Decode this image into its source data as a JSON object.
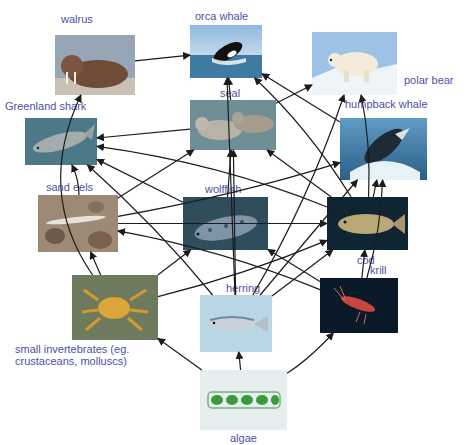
{
  "diagram": {
    "nodes": [
      {
        "text": [
          "walrus"
        ]
      },
      {
        "text": [
          "orca whale"
        ]
      },
      {
        "text": [
          "polar bear"
        ]
      },
      {
        "text": [
          "Greenland shark"
        ]
      },
      {
        "text": [
          "seal"
        ]
      },
      {
        "text": [
          "humpback whale"
        ]
      },
      {
        "text": [
          "sand eels"
        ]
      },
      {
        "text": [
          "wolffish"
        ]
      },
      {
        "text": [
          "cod"
        ]
      },
      {
        "text": [
          "small invertebrates (eg. crustaceans, molluscs)"
        ]
      },
      {
        "text": [
          "herring"
        ]
      },
      {
        "text": [
          "krill"
        ]
      },
      {
        "text": [
          "algae"
        ]
      }
    ],
    "edges": [
      {
        "from": 12,
        "to": 9,
        "arrow": "to"
      },
      {
        "from": 12,
        "to": 10,
        "arrow": "to"
      },
      {
        "from": 12,
        "to": 11,
        "arrow": "to"
      },
      {
        "from": 9,
        "to": 0,
        "arrow": "to"
      },
      {
        "from": 9,
        "to": 6,
        "arrow": "to"
      },
      {
        "from": 9,
        "to": 7,
        "arrow": "to"
      },
      {
        "from": 9,
        "to": 8,
        "arrow": "to"
      },
      {
        "from": 10,
        "to": 1,
        "arrow": "to"
      },
      {
        "from": 10,
        "to": 4,
        "arrow": "to"
      },
      {
        "from": 10,
        "to": 5,
        "arrow": "to"
      },
      {
        "from": 10,
        "to": 8,
        "arrow": "to"
      },
      {
        "from": 10,
        "to": 3,
        "arrow": "to"
      },
      {
        "from": 10,
        "to": 2,
        "arrow": "to"
      },
      {
        "from": 11,
        "to": 5,
        "arrow": "to"
      },
      {
        "from": 11,
        "to": 8,
        "arrow": "to"
      },
      {
        "from": 11,
        "to": 6,
        "arrow": "to"
      },
      {
        "from": 11,
        "to": 7,
        "arrow": "to"
      },
      {
        "from": 6,
        "to": 4,
        "arrow": "to"
      },
      {
        "from": 6,
        "to": 5,
        "arrow": "to"
      },
      {
        "from": 6,
        "to": 8,
        "arrow": "to"
      },
      {
        "from": 6,
        "to": 3,
        "arrow": "to"
      },
      {
        "from": 7,
        "to": 4,
        "arrow": "to"
      },
      {
        "from": 7,
        "to": 3,
        "arrow": "to"
      },
      {
        "from": 8,
        "to": 4,
        "arrow": "to"
      },
      {
        "from": 8,
        "to": 5,
        "arrow": "to"
      },
      {
        "from": 8,
        "to": 1,
        "arrow": "to"
      },
      {
        "from": 8,
        "to": 2,
        "arrow": "to"
      },
      {
        "from": 8,
        "to": 3,
        "arrow": "to"
      },
      {
        "from": 4,
        "to": 1,
        "arrow": "to"
      },
      {
        "from": 4,
        "to": 2,
        "arrow": "to"
      },
      {
        "from": 4,
        "to": 3,
        "arrow": "to"
      },
      {
        "from": 0,
        "to": 1,
        "arrow": "to"
      },
      {
        "from": 5,
        "to": 1,
        "arrow": "to"
      }
    ]
  }
}
